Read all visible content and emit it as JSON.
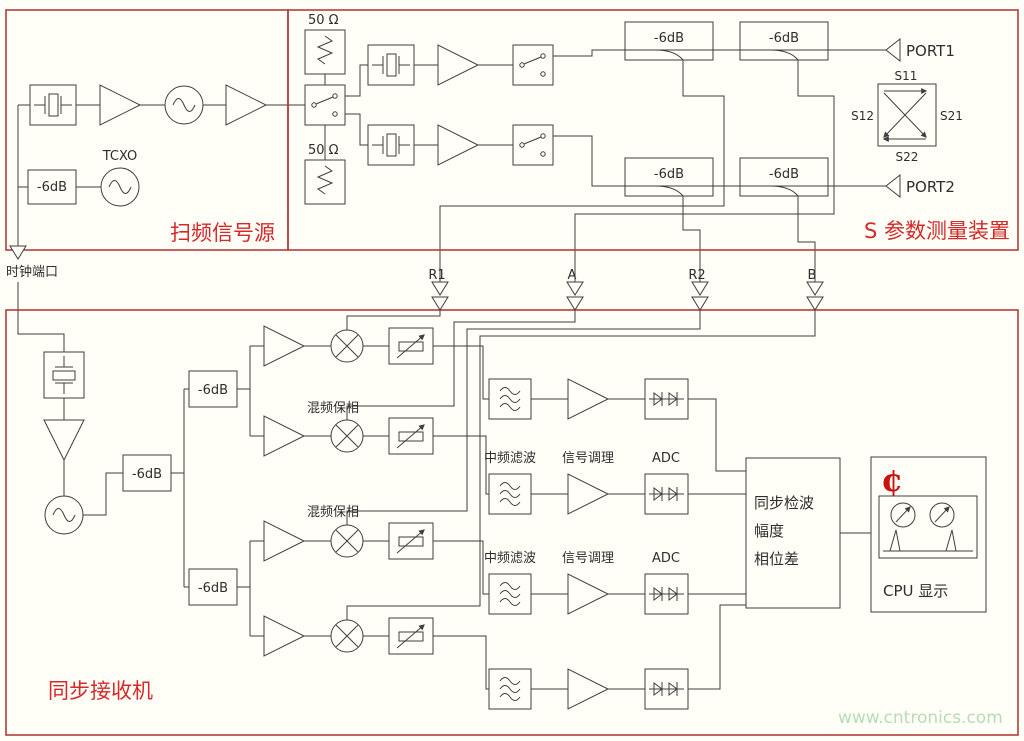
{
  "sections": {
    "sweep_source_label": "扫频信号源",
    "s_param_label": "S 参数测量装置",
    "receiver_label": "同步接收机"
  },
  "labels": {
    "ohm50": "50 Ω",
    "minus6db": "-6dB",
    "tcxo": "TCXO",
    "port1": "PORT1",
    "port2": "PORT2",
    "s11": "S11",
    "s12": "S12",
    "s21": "S21",
    "s22": "S22",
    "clock_port": "时钟端口",
    "r1": "R1",
    "a": "A",
    "r2": "R2",
    "b": "B",
    "mix_phase": "混频保相",
    "if_filter": "中频滤波",
    "signal_cond": "信号调理",
    "adc": "ADC",
    "sync_detect_line1": "同步检波",
    "sync_detect_line2": "幅度",
    "sync_detect_line3": "相位差",
    "cpu_display": "CPU  显示",
    "logo_cent": "¢",
    "watermark": "www.cntronics.com"
  },
  "colors": {
    "section_border": "#b43c3c",
    "section_label_red": "#d42a2a",
    "wire": "#3f3f3f",
    "watermark_green": "#b7dcb7",
    "logo_red": "#cc1111",
    "background": "#fffef7"
  }
}
